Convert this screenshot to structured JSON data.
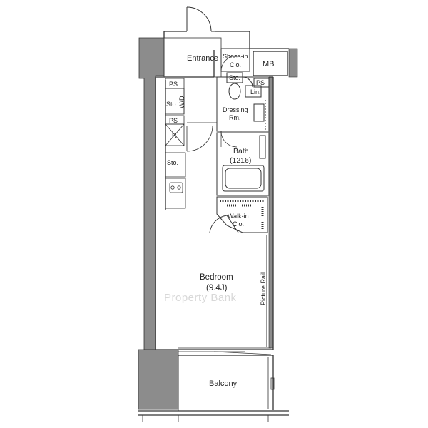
{
  "labels": {
    "entrance": "Entrance",
    "shoes_in_line1": "Shoes-in",
    "shoes_in_line2": "Clo.",
    "mb": "MB",
    "sto_top": "Sto.",
    "lin": "Lin.",
    "ps_top_left": "PS",
    "ps_top_right": "PS",
    "ps_mid_left": "PS",
    "sto_left1": "Sto.",
    "wd": "W/D",
    "refrigerator": "R",
    "sto_left2": "Sto.",
    "dressing_line1": "Dressing",
    "dressing_line2": "Rm.",
    "bath_line1": "Bath",
    "bath_line2": "(1216)",
    "walkin_line1": "Walk-in",
    "walkin_line2": "Clo.",
    "bedroom_line1": "Bedroom",
    "bedroom_line2": "(9.4J)",
    "picture_rail": "Picture Rail",
    "balcony": "Balcony"
  },
  "watermark": "Property Bank",
  "colors": {
    "wall": "#8c8c8c",
    "line": "#333333",
    "text": "#222222"
  }
}
